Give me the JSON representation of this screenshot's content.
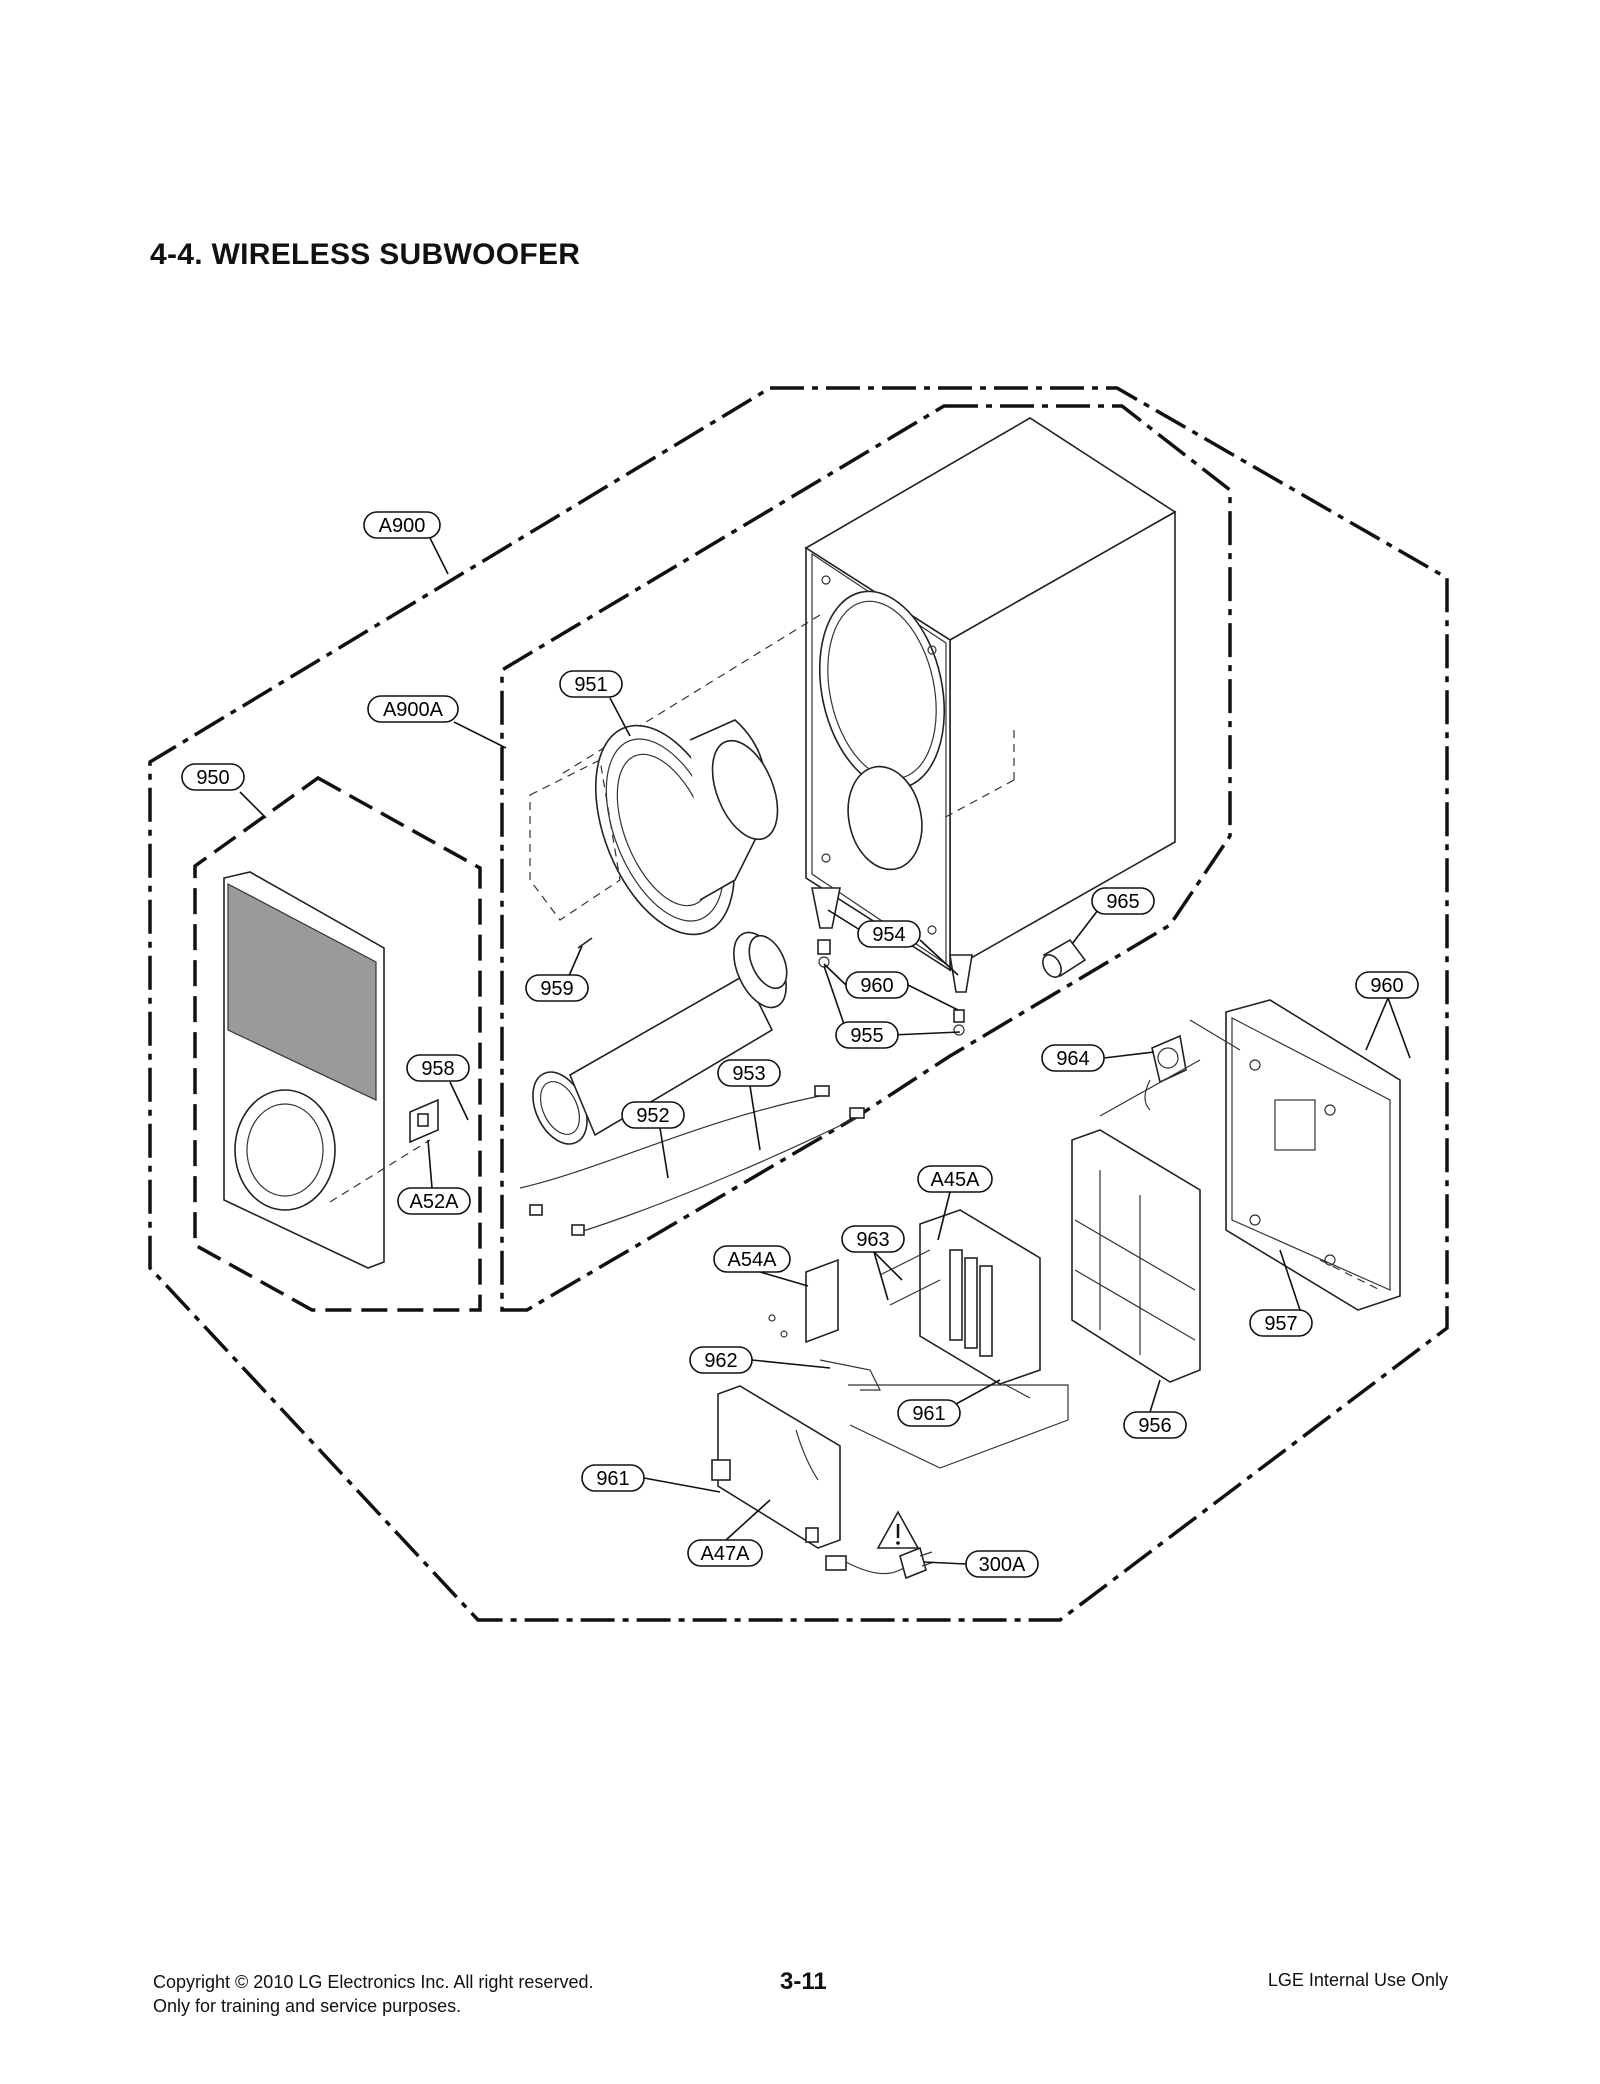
{
  "page": {
    "title": "4-4. WIRELESS SUBWOOFER",
    "page_number": "3-11"
  },
  "footer": {
    "copyright_line1": "Copyright © 2010 LG Electronics Inc. All right reserved.",
    "copyright_line2": "Only for training and service purposes.",
    "internal": "LGE Internal Use Only"
  },
  "callouts": {
    "a900": "A900",
    "a900a": "A900A",
    "c951": "951",
    "c950": "950",
    "c954": "954",
    "c965": "965",
    "c959": "959",
    "c960a": "960",
    "c960b": "960",
    "c955": "955",
    "c964": "964",
    "c958": "958",
    "c953": "953",
    "c952": "952",
    "a52a": "A52A",
    "a45a": "A45A",
    "c963": "963",
    "a54a": "A54A",
    "c957": "957",
    "c962": "962",
    "c961a": "961",
    "c956": "956",
    "c961b": "961",
    "a47a": "A47A",
    "a300a": "300A"
  }
}
